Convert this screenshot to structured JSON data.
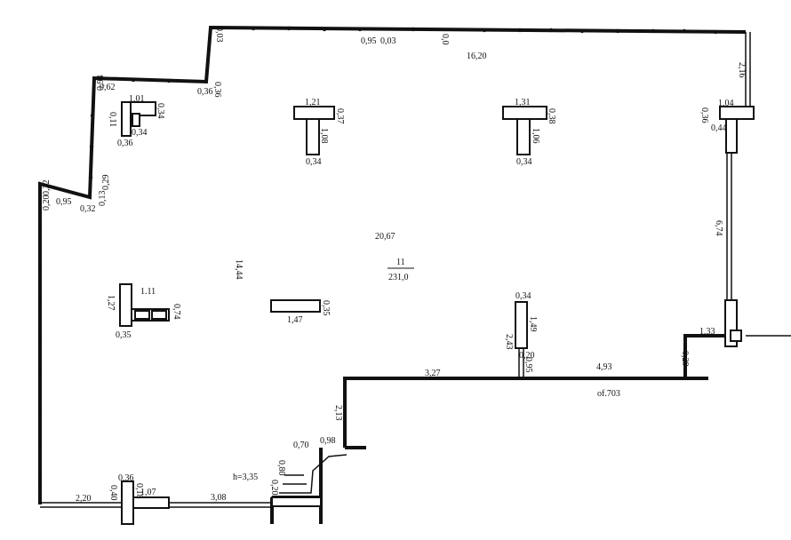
{
  "room": {
    "number": "11",
    "area": "231,0"
  },
  "labels": {
    "top_length": "16,20",
    "top_small_a": "0,95",
    "top_small_b": "0,03",
    "top_small_c": "0,0",
    "top_left_a": "0,03",
    "top_left_b": "0,36",
    "step_a": "0,62",
    "step_b": "0,94",
    "step_c": "0,36",
    "step_d": "0,13",
    "step_e": "0,29",
    "left_a": "0,20",
    "left_b": "0,22",
    "left_c": "0,95",
    "left_d": "0,32",
    "right_top": "2,16",
    "right_col_a": "1,04",
    "right_col_b": "0,36",
    "right_col_c": "0,44",
    "right_wall": "6,74",
    "right_step": "1,33",
    "right_step_v": "0,29",
    "center_length": "20,67",
    "center_height": "14,44",
    "col1_w": "1,01",
    "col1_a": "0,36",
    "col1_b": "0,34",
    "col1_c": "0,34",
    "col1_d": "0,11",
    "col2_w": "1,21",
    "col2_h": "0,37",
    "col2_v": "1,08",
    "col2_b": "0,34",
    "col3_w": "1,31",
    "col3_h": "0,38",
    "col3_v": "1,06",
    "col3_b": "0,34",
    "col4_w": "1.11",
    "col4_h": "1,27",
    "col4_v": "0,74",
    "col4_b": "0,35",
    "beam": "1,47",
    "beam_h": "0,35",
    "col5_w": "0,34",
    "col5_v": "1,49",
    "col5_a": "2,43",
    "col5_b": "0,20",
    "col5_c": "0,95",
    "bottom_mid": "3,27",
    "bottom_right": "4,93",
    "elevation": "of.703",
    "stair_v": "2,13",
    "stair_a": "0,70",
    "stair_b": "0,98",
    "stair_c": "0,80",
    "stair_d": "0,20",
    "height": "h=3,35",
    "bottom_a": "2,20",
    "bottom_b": "0,36",
    "bottom_c": "0,40",
    "bottom_d": "1,07",
    "bottom_e": "3,08",
    "bottom_f": "0,18"
  }
}
